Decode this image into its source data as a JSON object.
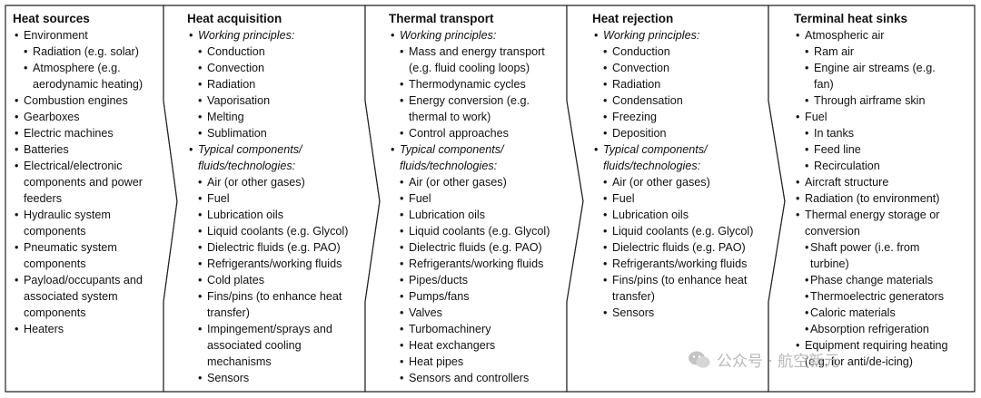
{
  "columns": [
    {
      "title": "Heat sources",
      "items": [
        {
          "k": "l0",
          "t": "Environment"
        },
        {
          "k": "l1",
          "t": "Radiation (e.g. solar)"
        },
        {
          "k": "l1",
          "t": "Atmosphere (e.g."
        },
        {
          "k": "cont1",
          "t": "aerodynamic heating)"
        },
        {
          "k": "l0",
          "t": "Combustion engines"
        },
        {
          "k": "l0",
          "t": "Gearboxes"
        },
        {
          "k": "l0",
          "t": "Electric machines"
        },
        {
          "k": "l0",
          "t": "Batteries"
        },
        {
          "k": "l0",
          "t": "Electrical/electronic"
        },
        {
          "k": "cont",
          "t": "components and power"
        },
        {
          "k": "cont",
          "t": "feeders"
        },
        {
          "k": "l0",
          "t": "Hydraulic system"
        },
        {
          "k": "cont",
          "t": "components"
        },
        {
          "k": "l0",
          "t": "Pneumatic system"
        },
        {
          "k": "cont",
          "t": "components"
        },
        {
          "k": "l0",
          "t": "Payload/occupants and"
        },
        {
          "k": "cont",
          "t": "associated system"
        },
        {
          "k": "cont",
          "t": "components"
        },
        {
          "k": "l0",
          "t": "Heaters"
        }
      ]
    },
    {
      "title": "Heat acquisition",
      "items": [
        {
          "k": "hdr",
          "t": "Working principles:"
        },
        {
          "k": "l1",
          "t": "Conduction"
        },
        {
          "k": "l1",
          "t": "Convection"
        },
        {
          "k": "l1",
          "t": "Radiation"
        },
        {
          "k": "l1",
          "t": "Vaporisation"
        },
        {
          "k": "l1",
          "t": "Melting"
        },
        {
          "k": "l1",
          "t": "Sublimation"
        },
        {
          "k": "hdr",
          "t": "Typical components/"
        },
        {
          "k": "cont i",
          "t": "fluids/technologies:"
        },
        {
          "k": "l1",
          "t": "Air (or other gases)"
        },
        {
          "k": "l1",
          "t": "Fuel"
        },
        {
          "k": "l1",
          "t": "Lubrication oils"
        },
        {
          "k": "l1",
          "t": "Liquid coolants (e.g. Glycol)"
        },
        {
          "k": "l1",
          "t": "Dielectric fluids (e.g. PAO)"
        },
        {
          "k": "l1",
          "t": "Refrigerants/working fluids"
        },
        {
          "k": "l1",
          "t": "Cold plates"
        },
        {
          "k": "l1",
          "t": "Fins/pins (to enhance heat"
        },
        {
          "k": "cont1",
          "t": "transfer)"
        },
        {
          "k": "l1",
          "t": "Impingement/sprays and"
        },
        {
          "k": "cont1",
          "t": "associated cooling"
        },
        {
          "k": "cont1",
          "t": "mechanisms"
        },
        {
          "k": "l1",
          "t": "Sensors"
        }
      ]
    },
    {
      "title": "Thermal transport",
      "items": [
        {
          "k": "hdr",
          "t": "Working principles:"
        },
        {
          "k": "l1",
          "t": "Mass and energy transport"
        },
        {
          "k": "cont1",
          "t": "(e.g. fluid cooling loops)"
        },
        {
          "k": "l1",
          "t": "Thermodynamic cycles"
        },
        {
          "k": "l1",
          "t": "Energy conversion (e.g."
        },
        {
          "k": "cont1",
          "t": "thermal to work)"
        },
        {
          "k": "l1",
          "t": "Control approaches"
        },
        {
          "k": "hdr",
          "t": "Typical components/"
        },
        {
          "k": "cont i",
          "t": "fluids/technologies:"
        },
        {
          "k": "l1",
          "t": "Air (or other gases)"
        },
        {
          "k": "l1",
          "t": "Fuel"
        },
        {
          "k": "l1",
          "t": "Lubrication oils"
        },
        {
          "k": "l1",
          "t": "Liquid coolants (e.g. Glycol)"
        },
        {
          "k": "l1",
          "t": "Dielectric fluids (e.g. PAO)"
        },
        {
          "k": "l1",
          "t": "Refrigerants/working fluids"
        },
        {
          "k": "l1",
          "t": "Pipes/ducts"
        },
        {
          "k": "l1",
          "t": "Pumps/fans"
        },
        {
          "k": "l1",
          "t": "Valves"
        },
        {
          "k": "l1",
          "t": "Turbomachinery"
        },
        {
          "k": "l1",
          "t": "Heat exchangers"
        },
        {
          "k": "l1",
          "t": "Heat pipes"
        },
        {
          "k": "l1",
          "t": "Sensors and controllers"
        }
      ]
    },
    {
      "title": "Heat rejection",
      "items": [
        {
          "k": "hdr",
          "t": "Working principles:"
        },
        {
          "k": "l1",
          "t": "Conduction"
        },
        {
          "k": "l1",
          "t": "Convection"
        },
        {
          "k": "l1",
          "t": "Radiation"
        },
        {
          "k": "l1",
          "t": "Condensation"
        },
        {
          "k": "l1",
          "t": "Freezing"
        },
        {
          "k": "l1",
          "t": "Deposition"
        },
        {
          "k": "hdr",
          "t": "Typical components/"
        },
        {
          "k": "cont i",
          "t": "fluids/technologies:"
        },
        {
          "k": "l1",
          "t": "Air (or other gases)"
        },
        {
          "k": "l1",
          "t": "Fuel"
        },
        {
          "k": "l1",
          "t": "Lubrication oils"
        },
        {
          "k": "l1",
          "t": "Liquid coolants (e.g. Glycol)"
        },
        {
          "k": "l1",
          "t": "Dielectric fluids (e.g. PAO)"
        },
        {
          "k": "l1",
          "t": "Refrigerants/working fluids"
        },
        {
          "k": "l1",
          "t": "Fins/pins (to enhance heat"
        },
        {
          "k": "cont1",
          "t": "transfer)"
        },
        {
          "k": "l1",
          "t": "Sensors"
        }
      ]
    },
    {
      "title": "Terminal heat sinks",
      "items": [
        {
          "k": "l0",
          "t": "Atmospheric air"
        },
        {
          "k": "l1",
          "t": "Ram air"
        },
        {
          "k": "l1",
          "t": "Engine air streams (e.g."
        },
        {
          "k": "cont1",
          "t": "fan)"
        },
        {
          "k": "l1",
          "t": "Through airframe skin"
        },
        {
          "k": "l0",
          "t": "Fuel"
        },
        {
          "k": "l1",
          "t": "In tanks"
        },
        {
          "k": "l1",
          "t": "Feed line"
        },
        {
          "k": "l1",
          "t": "Recirculation"
        },
        {
          "k": "l0",
          "t": "Aircraft structure"
        },
        {
          "k": "l0",
          "t": "Radiation (to environment)"
        },
        {
          "k": "l0",
          "t": "Thermal energy storage or"
        },
        {
          "k": "cont",
          "t": "conversion"
        },
        {
          "k": "l1t",
          "t": "Shaft power (i.e. from"
        },
        {
          "k": "cont1t",
          "t": "turbine)"
        },
        {
          "k": "l1t",
          "t": "Phase change materials"
        },
        {
          "k": "l1t",
          "t": "Thermoelectric generators"
        },
        {
          "k": "l1t",
          "t": "Caloric materials"
        },
        {
          "k": "l1t",
          "t": "Absorption refrigeration"
        },
        {
          "k": "l0",
          "t": "Equipment requiring heating"
        },
        {
          "k": "cont",
          "t": "(e.g. for anti/de-icing)"
        }
      ]
    }
  ],
  "watermark": {
    "text": "公众号 · 航空新元",
    "icon": "wechat-icon"
  }
}
